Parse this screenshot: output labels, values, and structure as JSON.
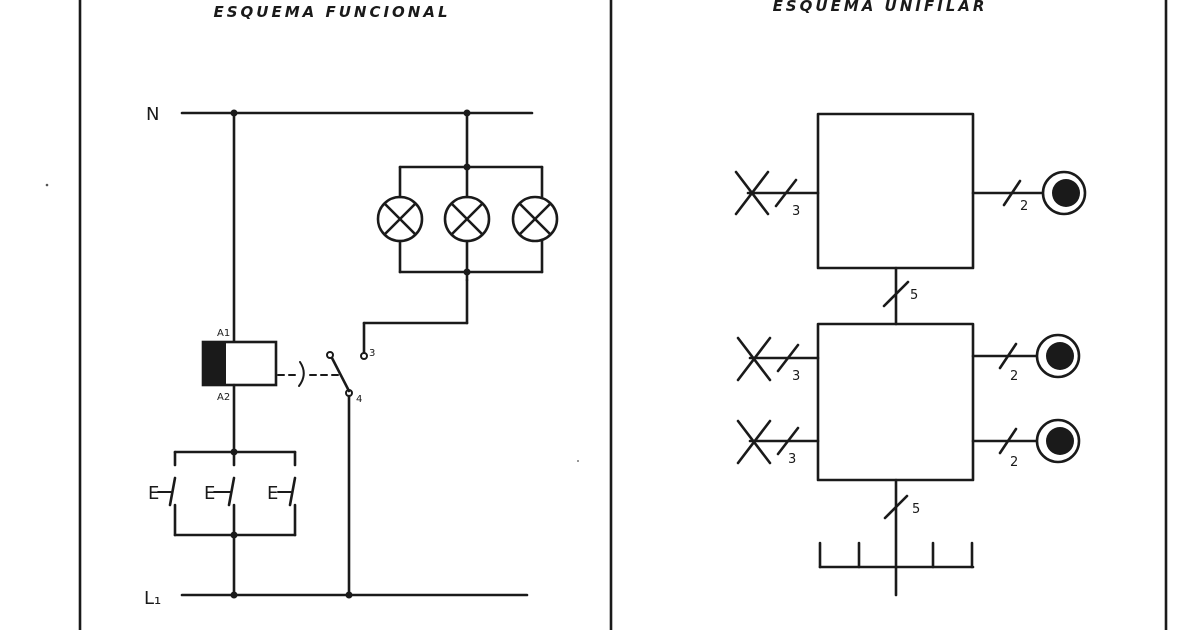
{
  "functional": {
    "title": "ESQUEMA FUNCIONAL",
    "neutral_label": "N",
    "line_label": "L₁",
    "coil_top_label": "A1",
    "coil_bottom_label": "A2",
    "switch_label_3": "3",
    "switch_label_4": "4",
    "pushbutton_label": "E"
  },
  "unifilar": {
    "title": "ESQUEMA UNIFILAR",
    "wire_count_3": "3",
    "wire_count_2": "2",
    "wire_count_5": "5"
  },
  "colors": {
    "ink": "#1a1a1a",
    "paper": "#ffffff"
  }
}
